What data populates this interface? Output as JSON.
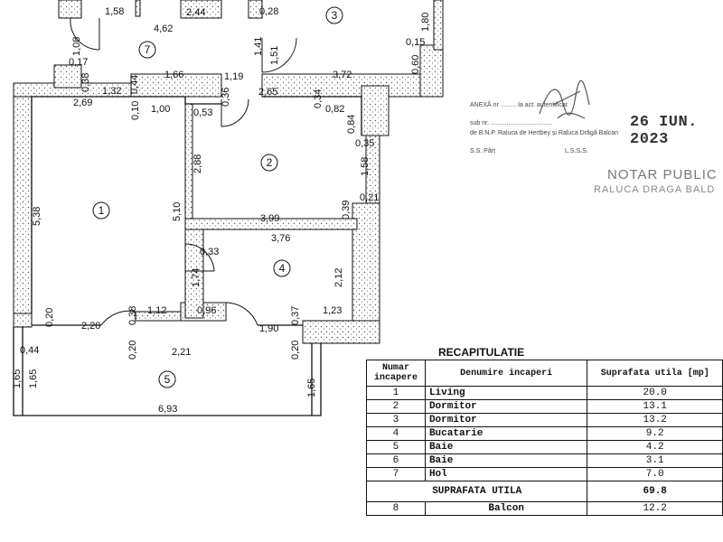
{
  "plan": {
    "rooms": [
      {
        "label": "1"
      },
      {
        "label": "2"
      },
      {
        "label": "3"
      },
      {
        "label": "4"
      },
      {
        "label": "5"
      },
      {
        "label": "7"
      }
    ],
    "dims": [
      "1,58",
      "4,62",
      "2,44",
      "0,28",
      "1,80",
      "0,15",
      "0,60",
      "0,17",
      "1,08",
      "0,38",
      "1,32",
      "0,44",
      "1,66",
      "1,19",
      "1,41",
      "1,51",
      "3,72",
      "2,69",
      "0,10",
      "1,00",
      "0,53",
      "0,36",
      "2,65",
      "0,34",
      "0,82",
      "0,84",
      "0,35",
      "2,88",
      "5,38",
      "5,10",
      "1,58",
      "0,21",
      "3,99",
      "0,39",
      "3,76",
      "0,33",
      "2,12",
      "1,74",
      "1,12",
      "0,96",
      "1,23",
      "0,20",
      "2,20",
      "0,38",
      "1,90",
      "0,37",
      "0,44",
      "2,21",
      "0,20",
      "0,20",
      "1,65",
      "1,65",
      "1,65",
      "6,93"
    ]
  },
  "stamp": {
    "line1": "ANEXĂ nr ......... la act. autentificat",
    "line2": "sub nr. ...................................",
    "line3": "de B.N.P. Raluca de Hertbey și Raluca Drăgă Balcan",
    "line4a": "S.S. Pârț",
    "line4b": "L.S.S.S.",
    "date": "26 IUN. 2023",
    "notar": "NOTAR PUBLIC",
    "notar_name": "RALUCA DRAGA BALD"
  },
  "recap": {
    "title": "RECAPITULATIE",
    "headers": {
      "num": "Numar incapere",
      "name": "Denumire incaperi",
      "area": "Suprafata utila [mp]"
    },
    "rows": [
      {
        "num": "1",
        "name": "Living",
        "area": "20.0"
      },
      {
        "num": "2",
        "name": "Dormitor",
        "area": "13.1"
      },
      {
        "num": "3",
        "name": "Dormitor",
        "area": "13.2"
      },
      {
        "num": "4",
        "name": "Bucatarie",
        "area": "9.2"
      },
      {
        "num": "5",
        "name": "Baie",
        "area": "4.2"
      },
      {
        "num": "6",
        "name": "Baie",
        "area": "3.1"
      },
      {
        "num": "7",
        "name": "Hol",
        "area": "7.0"
      }
    ],
    "total_label": "SUPRAFATA UTILA",
    "total_value": "69.8",
    "extra": {
      "num": "8",
      "name": "Balcon",
      "area": "12.2"
    }
  }
}
